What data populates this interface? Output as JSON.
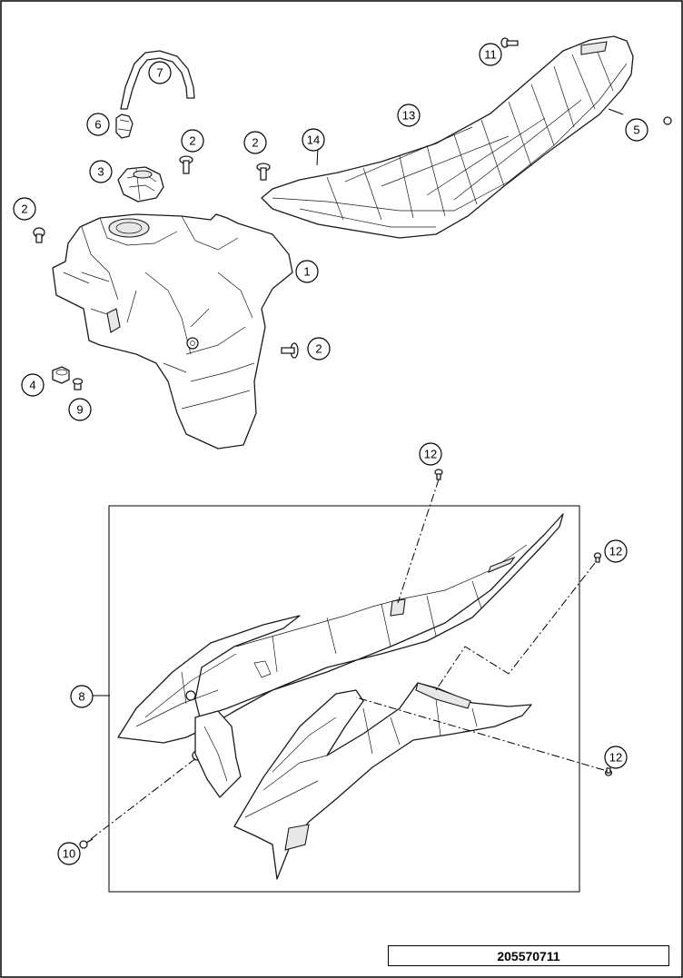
{
  "document_number": "205570711",
  "callouts": [
    {
      "id": "c1",
      "label": "1"
    },
    {
      "id": "c2a",
      "label": "2"
    },
    {
      "id": "c2b",
      "label": "2"
    },
    {
      "id": "c2c",
      "label": "2"
    },
    {
      "id": "c2d",
      "label": "2"
    },
    {
      "id": "c3",
      "label": "3"
    },
    {
      "id": "c4",
      "label": "4"
    },
    {
      "id": "c5",
      "label": "5"
    },
    {
      "id": "c6",
      "label": "6"
    },
    {
      "id": "c7",
      "label": "7"
    },
    {
      "id": "c8",
      "label": "8"
    },
    {
      "id": "c9",
      "label": "9"
    },
    {
      "id": "c10",
      "label": "10"
    },
    {
      "id": "c11",
      "label": "11"
    },
    {
      "id": "c12a",
      "label": "12"
    },
    {
      "id": "c12b",
      "label": "12"
    },
    {
      "id": "c12c",
      "label": "12"
    },
    {
      "id": "c13",
      "label": "13"
    },
    {
      "id": "c14",
      "label": "14"
    }
  ]
}
